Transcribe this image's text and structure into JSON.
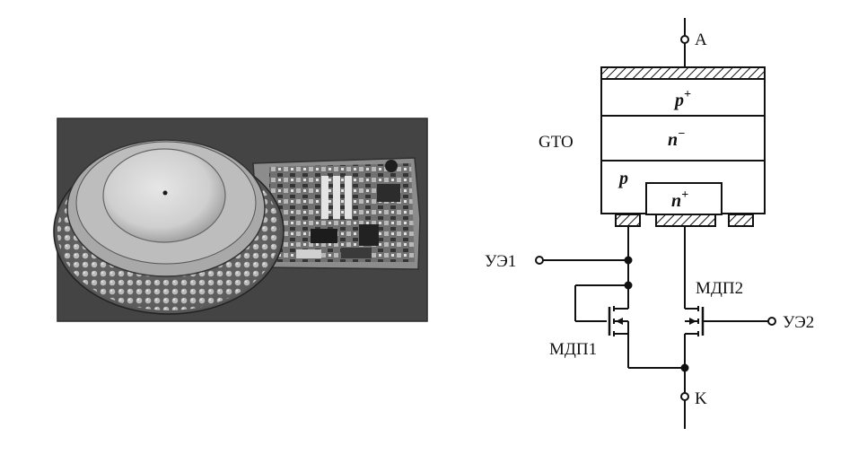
{
  "diagram": {
    "terminals": {
      "anode": "A",
      "cathode": "K",
      "gate1": "УЭ1",
      "gate2": "УЭ2"
    },
    "device_label": "GTO",
    "layers": {
      "p_plus": {
        "base": "p",
        "sup": "+"
      },
      "n_minus": {
        "base": "n",
        "sup": "−"
      },
      "p": {
        "base": "p"
      },
      "n_plus": {
        "base": "n",
        "sup": "+"
      }
    },
    "transistors": {
      "mosfet1": "МДП1",
      "mosfet2": "МДП2"
    }
  }
}
